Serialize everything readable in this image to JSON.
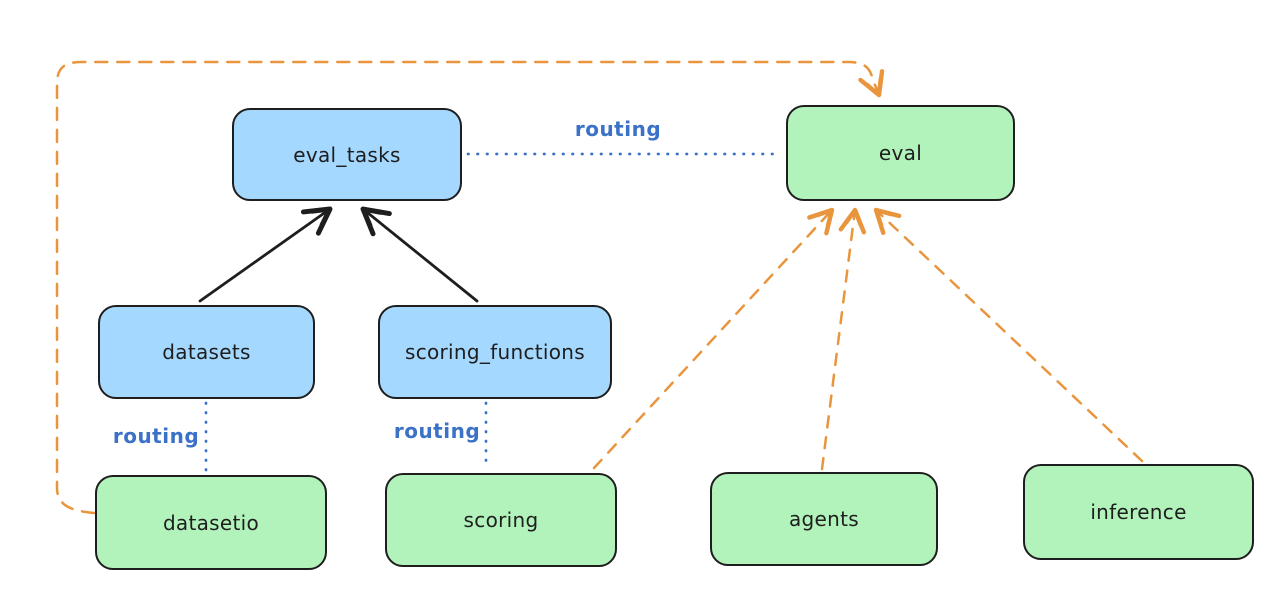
{
  "diagram": {
    "nodes": [
      {
        "id": "eval_tasks",
        "label": "eval_tasks",
        "fill": "blue"
      },
      {
        "id": "eval",
        "label": "eval",
        "fill": "green"
      },
      {
        "id": "datasets",
        "label": "datasets",
        "fill": "blue"
      },
      {
        "id": "scoring_functions",
        "label": "scoring_functions",
        "fill": "blue"
      },
      {
        "id": "datasetio",
        "label": "datasetio",
        "fill": "green"
      },
      {
        "id": "scoring",
        "label": "scoring",
        "fill": "green"
      },
      {
        "id": "agents",
        "label": "agents",
        "fill": "green"
      },
      {
        "id": "inference",
        "label": "inference",
        "fill": "green"
      }
    ],
    "edges": [
      {
        "from": "datasets",
        "to": "eval_tasks",
        "style": "solid",
        "color": "black",
        "arrow": true,
        "label": ""
      },
      {
        "from": "scoring_functions",
        "to": "eval_tasks",
        "style": "solid",
        "color": "black",
        "arrow": true,
        "label": ""
      },
      {
        "from": "eval_tasks",
        "to": "eval",
        "style": "dotted",
        "color": "blue",
        "arrow": false,
        "label": "routing"
      },
      {
        "from": "datasets",
        "to": "datasetio",
        "style": "dotted",
        "color": "blue",
        "arrow": false,
        "label": "routing"
      },
      {
        "from": "scoring_functions",
        "to": "scoring",
        "style": "dotted",
        "color": "blue",
        "arrow": false,
        "label": "routing"
      },
      {
        "from": "datasetio",
        "to": "eval",
        "style": "dashed",
        "color": "orange",
        "arrow": true,
        "label": ""
      },
      {
        "from": "scoring",
        "to": "eval",
        "style": "dashed",
        "color": "orange",
        "arrow": true,
        "label": ""
      },
      {
        "from": "agents",
        "to": "eval",
        "style": "dashed",
        "color": "orange",
        "arrow": true,
        "label": ""
      },
      {
        "from": "inference",
        "to": "eval",
        "style": "dashed",
        "color": "orange",
        "arrow": true,
        "label": ""
      }
    ],
    "colors": {
      "background": "#ffffff",
      "blue_fill": "#a5d8ff",
      "green_fill": "#b2f2bb",
      "node_stroke": "#1e1e1e",
      "routing_blue": "#3b72c8",
      "orange": "#e9953d"
    }
  }
}
